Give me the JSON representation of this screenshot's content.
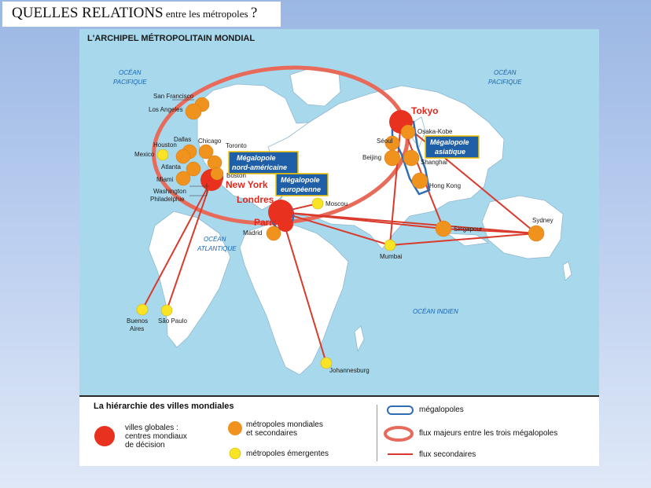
{
  "slide": {
    "title_big": "QUELLES RELATIONS",
    "title_small": " entre les métropoles ",
    "title_q": "?"
  },
  "map": {
    "title": "L'ARCHIPEL MÉTROPOLITAIN MONDIAL",
    "oceans": {
      "pacific_left": [
        "OCÉAN",
        "PACIFIQUE"
      ],
      "pacific_right": [
        "OCÉAN",
        "PACIFIQUE"
      ],
      "atlantic": [
        "OCÉAN",
        "ATLANTIQUE"
      ],
      "indian": "OCÉAN INDIEN"
    },
    "cities": {
      "san_francisco": "San Francisco",
      "los_angeles": "Los Angeles",
      "dallas": "Dallas",
      "chicago": "Chicago",
      "toronto": "Toronto",
      "houston": "Houston",
      "mexico": "Mexico",
      "atlanta": "Atlanta",
      "miami": "Miami",
      "boston": "Boston",
      "washington": "Washington",
      "philadelphia": "Philadelphie",
      "new_york": "New York",
      "londres": "Londres",
      "paris": "Paris",
      "madrid": "Madrid",
      "moscou": "Moscou",
      "tokyo": "Tokyo",
      "osaka": "Osaka-Kobe",
      "seoul": "Séoul",
      "beijing": "Beijing",
      "shanghai": "Shanghai",
      "hong_kong": "Hong Kong",
      "singapour": "Singapour",
      "mumbai": "Mumbai",
      "sydney": "Sydney",
      "johannesburg": "Johannesburg",
      "buenos_aires": [
        "Buenos",
        "Aires"
      ],
      "sao_paulo": "São Paulo"
    },
    "megalopoles": {
      "nord_americaine": [
        "Mégalopole",
        "nord-américaine"
      ],
      "europeenne": [
        "Mégalopole",
        "européenne"
      ],
      "asiatique": [
        "Mégalopole",
        "asiatique"
      ]
    }
  },
  "legend": {
    "title": "La hiérarchie des villes mondiales",
    "global_cities": "villes globales :\ncentres mondiaux\nde décision",
    "world_metropoles": "métropoles mondiales\net secondaires",
    "emerging": "métropoles émergentes",
    "megalopoles": "mégalopoles",
    "major_flows": "flux majeurs entre les trois mégalopoles",
    "secondary_flows": "flux secondaires"
  },
  "colors": {
    "global_city": "#e8321f",
    "world_metropole": "#f0921e",
    "emerging": "#f8e325",
    "flow": "#d93a2b",
    "major_ring": "#e86a5a",
    "land": "#ffffff",
    "sea": "#a8d8ec",
    "megalopole_outline": "#2f6db3"
  }
}
